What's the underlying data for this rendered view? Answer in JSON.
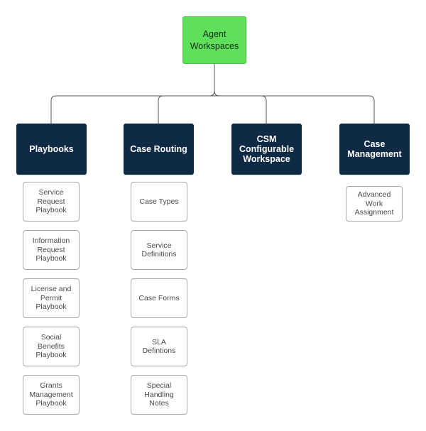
{
  "root": {
    "label": "Agent\nWorkspaces"
  },
  "branches": [
    {
      "label": "Playbooks"
    },
    {
      "label": "Case Routing"
    },
    {
      "label": "CSM\nConfigurable\nWorkspace"
    },
    {
      "label": "Case\nManagement"
    }
  ],
  "playbooks": [
    {
      "label": "Service\nRequest\nPlaybook"
    },
    {
      "label": "Information\nRequest\nPlaybook"
    },
    {
      "label": "License and\nPermit\nPlaybook"
    },
    {
      "label": "Social\nBenefits\nPlaybook"
    },
    {
      "label": "Grants\nManagement\nPlaybook"
    }
  ],
  "case_routing": [
    {
      "label": "Case Types"
    },
    {
      "label": "Service\nDefinitions"
    },
    {
      "label": "Case Forms"
    },
    {
      "label": "SLA\nDefintions"
    },
    {
      "label": "Special\nHandling\nNotes"
    }
  ],
  "case_management": [
    {
      "label": "Advanced\nWork\nAssignment"
    }
  ]
}
